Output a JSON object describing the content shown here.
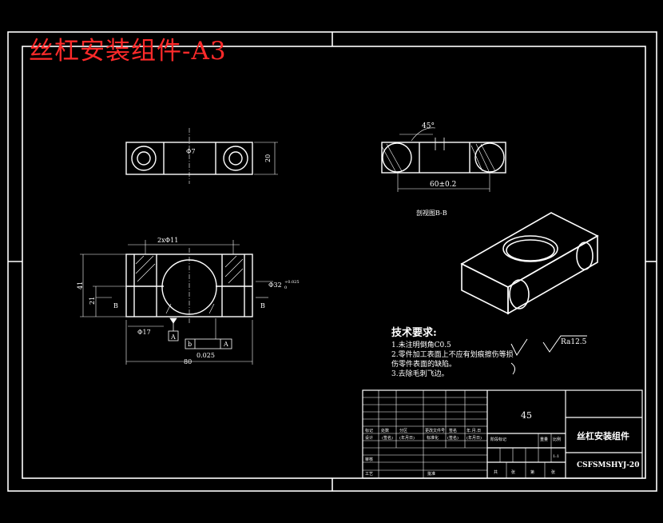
{
  "watermark_title": "丝杠安装组件-A3",
  "top_view": {
    "dia_label": "Φ7",
    "height_dim": "20"
  },
  "side_view": {
    "angle_label": "45°",
    "width_dim": "60±0.2"
  },
  "section_label": "剖视图B-B",
  "front_view": {
    "holes_label": "2xΦ11",
    "height_total": "41",
    "height_lower": "21",
    "bore_dia": "Φ32",
    "bore_tol_upper": "+0.025",
    "bore_tol_lower": "0",
    "small_dia": "Φ17",
    "datum_a": "A",
    "flatness_symbol": "b",
    "flatness_value": "0.025",
    "flatness_datum": "A",
    "width_dim": "80",
    "section_mark_left": "B",
    "section_mark_right": "B"
  },
  "roughness_label": "Ra12.5",
  "tech_requirements": {
    "title": "技术要求:",
    "items": [
      "1.未注明倒角C0.5",
      "2.零件加工表面上不应有划痕擦伤等损",
      "伤零件表面的缺陷。",
      "3.去除毛刺飞边。"
    ]
  },
  "title_block": {
    "material": "45",
    "part_name": "丝杠安装组件",
    "drawing_number": "CSFSMSHYJ-20",
    "scale": "1:1",
    "rev_headers": [
      "标记",
      "处数",
      "分区",
      "更改文件号",
      "签名",
      "年.月.日"
    ],
    "design_row": [
      "设计",
      "(签名)",
      "(年月日)",
      "标准化",
      "(签名)",
      "(年月日)"
    ],
    "stage_headers": [
      "阶段标记",
      "重量",
      "比例"
    ],
    "review": "审核",
    "process": "工艺",
    "approve": "批准",
    "sheet_info": [
      "共",
      "张",
      "第",
      "张"
    ]
  }
}
